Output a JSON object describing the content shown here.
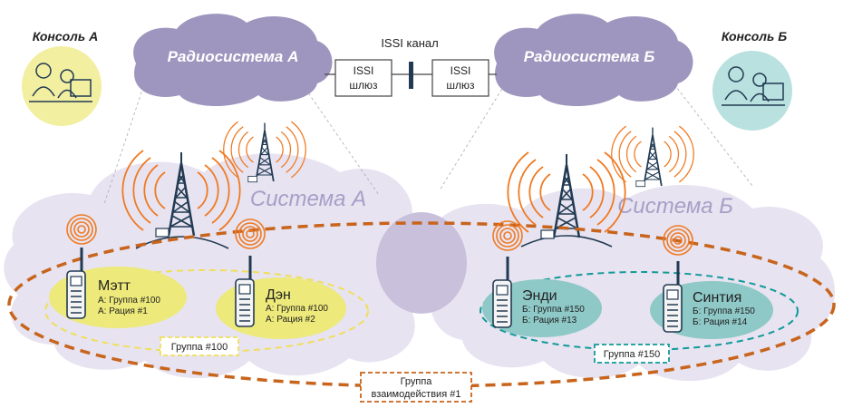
{
  "consoles": [
    {
      "label": "Консоль А",
      "color": "#f2efa0"
    },
    {
      "label": "Консоль Б",
      "color": "#b9e1df"
    }
  ],
  "radio_systems": [
    {
      "label": "Радиосистема А"
    },
    {
      "label": "Радиосистема Б"
    }
  ],
  "issi": {
    "channel_label": "ISSI канал",
    "gateways": [
      {
        "line1": "ISSI",
        "line2": "шлюз"
      },
      {
        "line1": "ISSI",
        "line2": "шлюз"
      }
    ]
  },
  "coverage": [
    {
      "label": "Система А"
    },
    {
      "label": "Система Б"
    }
  ],
  "users": [
    {
      "name": "Мэтт",
      "line1": "А: Группа #100",
      "line2": "А: Рация #1"
    },
    {
      "name": "Дэн",
      "line1": "А: Группа #100",
      "line2": "А: Рация #2"
    },
    {
      "name": "Энди",
      "line1": "Б: Группа #150",
      "line2": "Б: Рация #13"
    },
    {
      "name": "Синтия",
      "line1": "Б: Группа #150",
      "line2": "Б: Рация #14"
    }
  ],
  "groups": [
    {
      "label": "Группа #100"
    },
    {
      "label": "Группа #150"
    },
    {
      "line1": "Группа",
      "line2": "взаимодействия #1"
    }
  ],
  "colors": {
    "cloud_dark": "#9e96be",
    "cloud_light": "#e7e3f1",
    "overlap": "#c9c0dc",
    "tower": "#213a52",
    "waves": "#ef7a22",
    "interop": "#c8641c",
    "group_a": "#f0df5a",
    "group_b": "#129a98",
    "user_a": "#ede97a",
    "user_b": "#8ec8c7"
  }
}
